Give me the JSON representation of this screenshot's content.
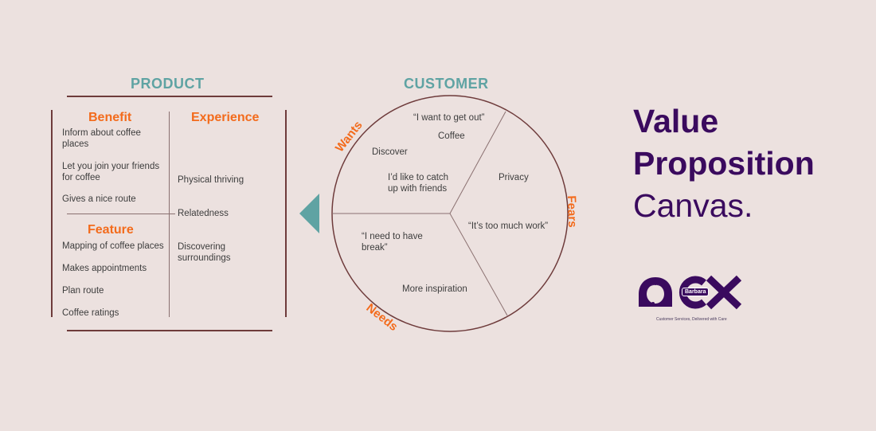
{
  "product": {
    "heading": "PRODUCT",
    "benefit": {
      "heading": "Benefit",
      "items": [
        "Inform about coffee places",
        "Let you join your friends for coffee",
        "Gives a nice route"
      ]
    },
    "feature": {
      "heading": "Feature",
      "items": [
        "Mapping of coffee places",
        "Makes appointments",
        "Plan route",
        "Coffee ratings"
      ]
    },
    "experience": {
      "heading": "Experience",
      "items": [
        "Physical thriving",
        "Relatedness",
        "Discovering surroundings"
      ]
    }
  },
  "customer": {
    "heading": "CUSTOMER",
    "segments": {
      "wants": "Wants",
      "fears": "Fears",
      "needs": "Needs"
    },
    "wants_items": [
      "“I want to get out”",
      "Coffee",
      "Discover",
      "I’d like to catch up with friends"
    ],
    "fears_items": [
      "Privacy",
      "“It’s too much work”"
    ],
    "needs_items": [
      "“I need to have break”",
      "More inspiration"
    ]
  },
  "title": {
    "line1": "Value",
    "line2": "Proposition",
    "line3": "Canvas."
  },
  "logo": {
    "letters": "CX",
    "badge": "Barbara",
    "tagline": "Customer Services, Delivered with Care"
  },
  "colors": {
    "background": "#ece1df",
    "teal": "#5fa3a3",
    "orange": "#f36b1c",
    "purple": "#3a0a5e",
    "line": "#6e3b3b"
  }
}
